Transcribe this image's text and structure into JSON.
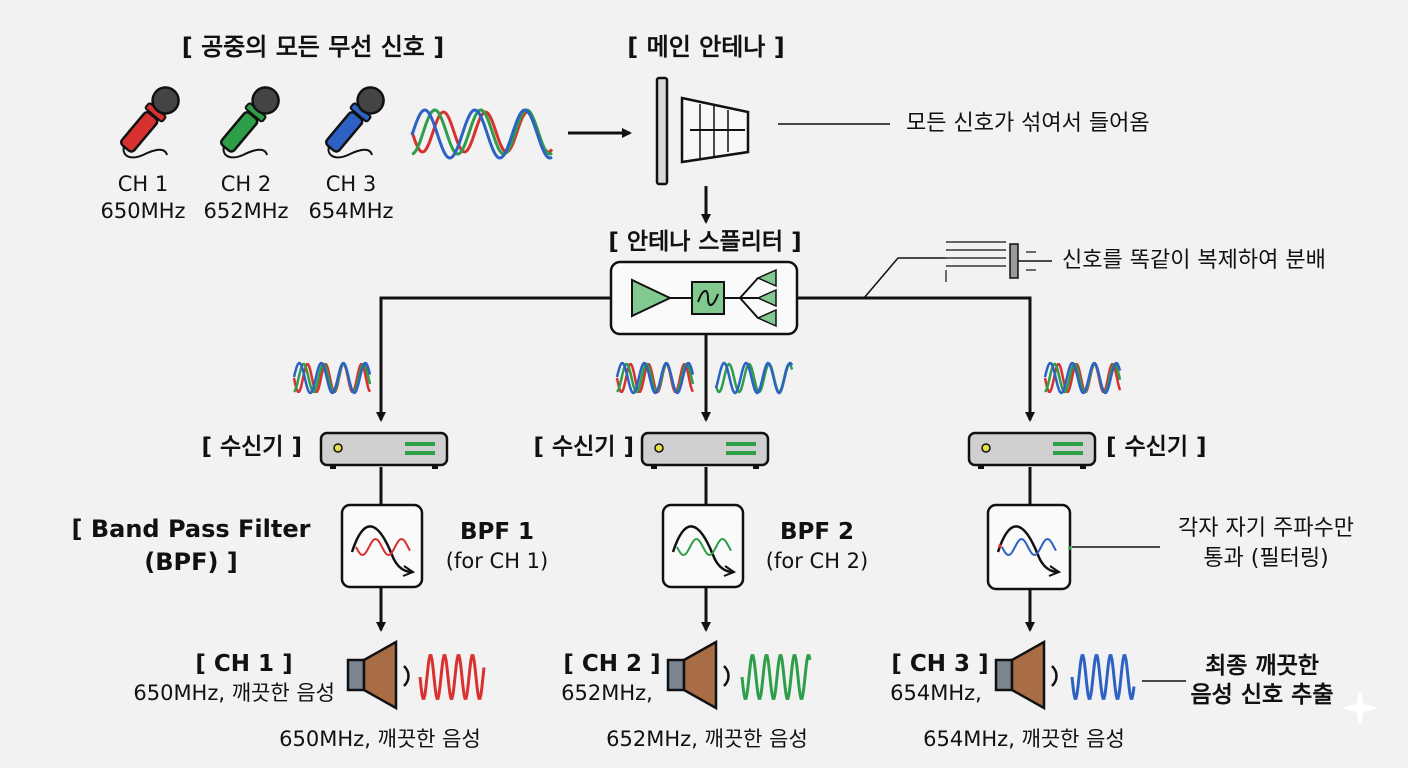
{
  "air_signals": {
    "title": "[ 공중의 모든 무선 신호 ]",
    "mics": [
      {
        "channel": "CH 1",
        "freq": "650MHz",
        "color": "#d93030"
      },
      {
        "channel": "CH 2",
        "freq": "652MHz",
        "color": "#2e9e48"
      },
      {
        "channel": "CH 3",
        "freq": "654MHz",
        "color": "#2d62c4"
      }
    ]
  },
  "main_antenna": {
    "title": "[ 메인 안테나 ]",
    "note": "모든 신호가 섞여서 들어옴"
  },
  "splitter": {
    "title": "[ 안테나 스플리터 ]",
    "note": "신호를 똑같이 복제하여 분배"
  },
  "receivers": [
    {
      "label": "[ 수신기 ]"
    },
    {
      "label": "[ 수신기 ]"
    },
    {
      "label": "[ 수신기 ]"
    }
  ],
  "bpf": {
    "title_line1": "[ Band Pass Filter",
    "title_line2": "(BPF) ]",
    "filters": [
      {
        "name": "BPF 1",
        "sub": "(for CH 1)"
      },
      {
        "name": "BPF 2",
        "sub": "(for CH 2)"
      }
    ],
    "note_line1": "각자 자기 주파수만",
    "note_line2": "통과 (필터링)"
  },
  "outputs": [
    {
      "channel": "[ CH 1 ]",
      "desc": "650MHz, 깨끗한 음성",
      "caption": "650MHz, 깨끗한 음성",
      "color": "#d93030"
    },
    {
      "channel": "[ CH 2 ]",
      "desc": "652MHz,",
      "caption": "652MHz, 깨끗한 음성",
      "color": "#2e9e48"
    },
    {
      "channel": "[ CH 3 ]",
      "desc": "654MHz,",
      "caption": "654MHz, 깨끗한 음성",
      "color": "#2d62c4"
    }
  ],
  "final_note": {
    "line1": "최종 깨끗한",
    "line2": "음성 신호 추출"
  }
}
